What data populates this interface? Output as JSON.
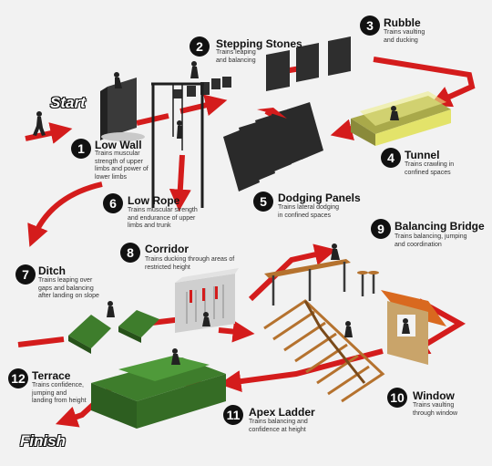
{
  "start": "Start",
  "finish": "Finish",
  "stations": [
    {
      "num": "1",
      "title": "Low Wall",
      "desc": [
        "Trains muscular",
        "strength of upper",
        "limbs and power of",
        "lower limbs"
      ]
    },
    {
      "num": "2",
      "title": "Stepping Stones",
      "desc": [
        "Trains leaping",
        "and balancing"
      ]
    },
    {
      "num": "3",
      "title": "Rubble",
      "desc": [
        "Trains vaulting",
        "and ducking"
      ]
    },
    {
      "num": "4",
      "title": "Tunnel",
      "desc": [
        "Trains crawling in",
        "confined spaces"
      ]
    },
    {
      "num": "5",
      "title": "Dodging Panels",
      "desc": [
        "Trains lateral dodging",
        "in confined spaces"
      ]
    },
    {
      "num": "6",
      "title": "Low Rope",
      "desc": [
        "Trains muscular strength",
        "and endurance of upper",
        "limbs and trunk"
      ]
    },
    {
      "num": "7",
      "title": "Ditch",
      "desc": [
        "Trains leaping over",
        "gaps and balancing",
        "after landing on slope"
      ]
    },
    {
      "num": "8",
      "title": "Corridor",
      "desc": [
        "Trains ducking through areas of",
        "restricted height"
      ]
    },
    {
      "num": "9",
      "title": "Balancing Bridge",
      "desc": [
        "Trains balancing, jumping",
        "and coordination"
      ]
    },
    {
      "num": "10",
      "title": "Window",
      "desc": [
        "Trains vaulting",
        "through window"
      ]
    },
    {
      "num": "11",
      "title": "Apex Ladder",
      "desc": [
        "Trains balancing and",
        "confidence at height"
      ]
    },
    {
      "num": "12",
      "title": "Terrace",
      "desc": [
        "Trains confidence,",
        "jumping and",
        "landing from height"
      ]
    }
  ],
  "colors": {
    "path": "#d41c1c",
    "grass": "#3e7d2c",
    "wood": "#b5722e",
    "dark": "#2b2b2b",
    "tunnel": "#e3e36a",
    "window": "#d9691f"
  }
}
